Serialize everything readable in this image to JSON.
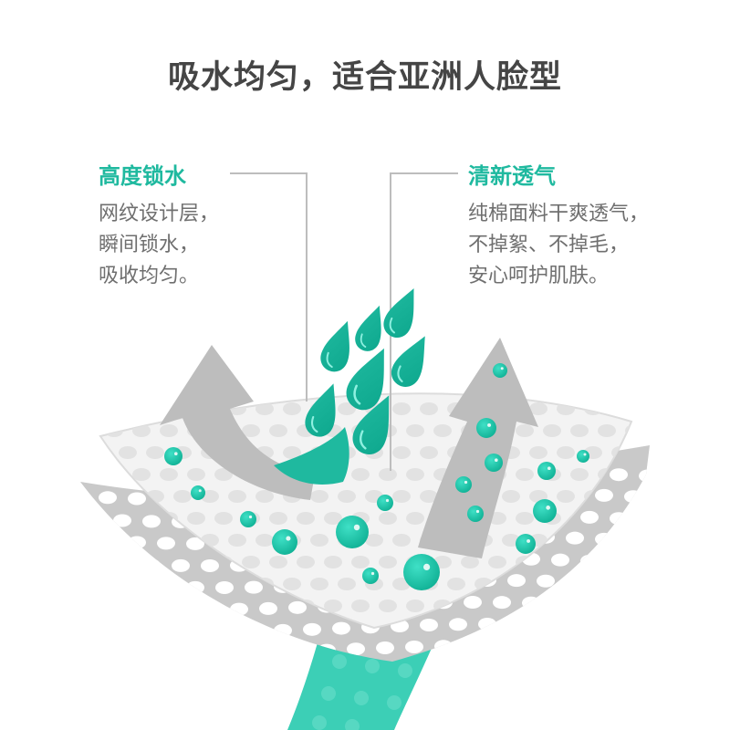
{
  "headline": "吸水均匀，适合亚洲人脸型",
  "features": [
    {
      "title": "高度锁水",
      "lines": [
        "网纹设计层，",
        "瞬间锁水，",
        "吸收均匀。"
      ]
    },
    {
      "title": "清新透气",
      "lines": [
        "纯棉面料干爽透气，",
        "不掉絮、不掉毛，",
        "安心呵护肌肤。"
      ]
    }
  ],
  "colors": {
    "accent": "#1fb99f",
    "headline_text": "#454545",
    "body_text": "#6f6f6f",
    "arrow_gray": "#bdbdbd",
    "mesh_gray": "#c9c9c9",
    "fabric_white": "#f3f3f3",
    "strip_teal": "#3ccfb6"
  }
}
